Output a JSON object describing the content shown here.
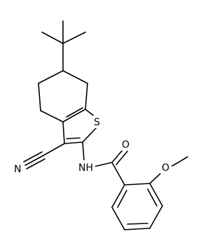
{
  "atom_labels": {
    "sulfur": "S",
    "oxygen_carbonyl": "O",
    "oxygen_methoxy": "O",
    "amide_nh": "NH",
    "nitrile_n": "N"
  },
  "colors": {
    "bond": "#000000",
    "label": "#000000",
    "background": "#ffffff"
  }
}
